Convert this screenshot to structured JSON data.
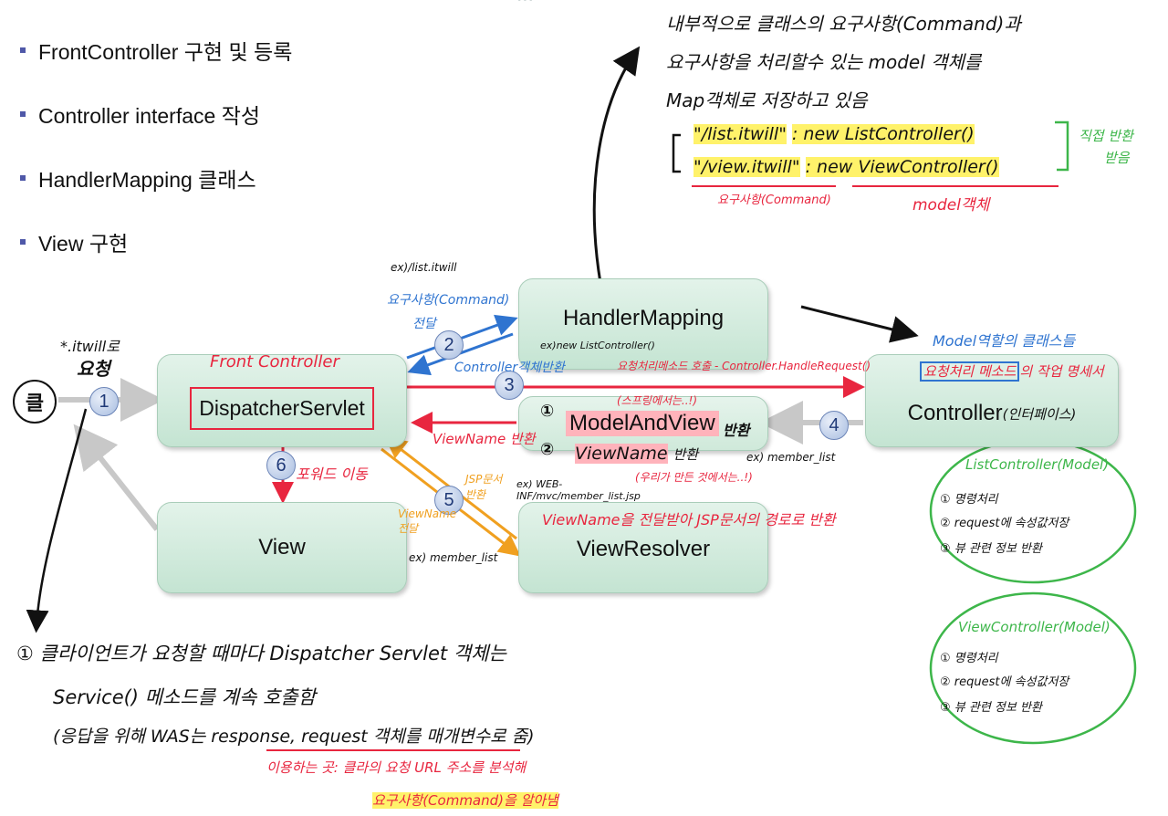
{
  "header": {
    "dots": "•••"
  },
  "bullets": [
    "FrontController 구현 및 등록",
    "Controller interface 작성",
    "HandlerMapping 클래스",
    "View 구현"
  ],
  "boxes": {
    "dispatcher": "DispatcherServlet",
    "handler_mapping": "HandlerMapping",
    "model_and_view": "ModelAndView",
    "controller": "Controller",
    "controller_suffix": "(인터페이스)",
    "view": "View",
    "view_resolver": "ViewResolver"
  },
  "steps": [
    "1",
    "2",
    "3",
    "4",
    "5",
    "6"
  ],
  "client": {
    "label": "클",
    "request_line1": "*.itwill로",
    "request_line2": "요청"
  },
  "labels": {
    "front_controller": "Front Controller",
    "ex_list": "ex)/list.itwill",
    "request_command": "요구사항(Command)",
    "deliver": "전달",
    "controller_object_return": "Controller객체반환",
    "new_list_controller": "ex)new ListController()",
    "call_request_method": "요청처리메소드 호출 - Controller.HandleRequest()",
    "circle_one": "①",
    "circle_two": "②",
    "spring_note": "(스프링에서는..!)",
    "return_label": "반환",
    "view_name_return": "ViewName 반환",
    "view_name": "ViewName",
    "view_name_return_suffix": "반환",
    "ex_member_list_right": "ex) member_list",
    "made_note": "(우리가 만든 것에서는..!)",
    "jsp_doc_return": "JSP문서 반환",
    "ex_web_inf": "ex) WEB-INF/mvc/member_list.jsp",
    "view_name_deliver": "ViewName 전달",
    "ex_member_list_bottom": "ex) member_list",
    "forward_move": "포워드 이동",
    "view_resolver_note": "ViewName을 전달받아 JSP문서의 경로로 반환",
    "model_role": "Model역할의 클래스들",
    "direct_process_a": "요청처리 메소드",
    "direct_process_b": "의 작업 명세서"
  },
  "top_note": {
    "line1": "내부적으로 클래스의 요구사항(Command)과",
    "line2": "요구사항을 처리할수 있는 model 객체를",
    "line3": "Map객체로 저장하고 있음",
    "map1_key": "\"/list.itwill\"",
    "map1_value": ": new ListController()",
    "map2_key": "\"/view.itwill\"",
    "map2_value": ": new ViewController()",
    "key_label": "요구사항(Command)",
    "value_label": "model객체",
    "direct_return": "직접 반환",
    "direct_return2": "받음"
  },
  "list_controller": {
    "title": "ListController(Model)",
    "items": [
      "① 명령처리",
      "② request에 속성값저장",
      "③ 뷰 관련 정보 반환"
    ]
  },
  "view_controller": {
    "title": "ViewController(Model)",
    "items": [
      "① 명령처리",
      "② request에 속성값저장",
      "③ 뷰 관련 정보 반환"
    ]
  },
  "bottom_note": {
    "line1": "① 클라이언트가 요청할 때마다 Dispatcher Servlet 객체는",
    "line2": "Service() 메소드를 계속 호출함",
    "line3": "(응답을 위해 WAS는 response, request 객체를 매개변수로 줌)",
    "line4": "이용하는 곳: 클라의 요청 URL 주소를 분석해",
    "line5": "요구사항(Command)을 알아냄"
  },
  "colors": {
    "box_fill": "#c4e4d2",
    "red": "#e8263f",
    "blue": "#2f74d0",
    "green": "#3db64a",
    "orange": "#f0a020",
    "gray_arrow": "#c8c8c8",
    "step_circle": "#a8bde0"
  }
}
